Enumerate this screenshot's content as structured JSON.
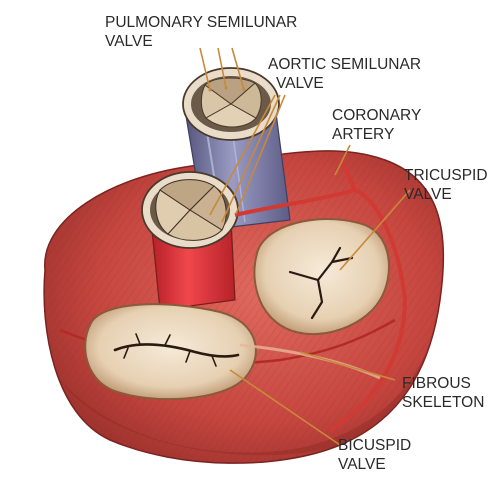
{
  "labels": {
    "pulmonary_semilunar": [
      "PULMONARY SEMILUNAR",
      "VALVE"
    ],
    "aortic_semilunar": [
      "AORTIC SEMILUNAR",
      "VALVE"
    ],
    "coronary_artery": [
      "CORONARY",
      "ARTERY"
    ],
    "tricuspid": [
      "TRICUSPID",
      "VALVE"
    ],
    "fibrous_skeleton": [
      "FIBROUS",
      "SKELETON"
    ],
    "bicuspid": [
      "BICUSPID",
      "VALVE"
    ]
  },
  "colors": {
    "leader_line": "#c8893a",
    "muscle": "#c5463f",
    "muscle_dark": "#8e2a26",
    "valve_interior": "#eddcc4",
    "pulmonary_trunk": "#7c7ba6",
    "aorta": "#e0333a",
    "coronary": "#d13a33"
  }
}
